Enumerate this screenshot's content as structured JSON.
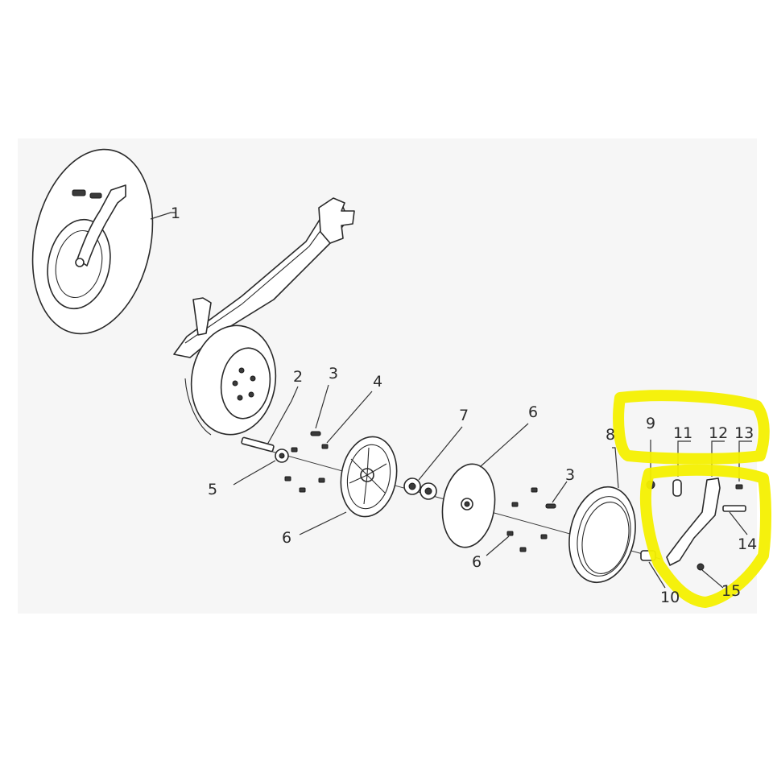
{
  "diagram": {
    "callouts": [
      {
        "id": "c1",
        "text": "1"
      },
      {
        "id": "c2",
        "text": "2"
      },
      {
        "id": "c3a",
        "text": "3"
      },
      {
        "id": "c4",
        "text": "4"
      },
      {
        "id": "c5",
        "text": "5"
      },
      {
        "id": "c6a",
        "text": "6"
      },
      {
        "id": "c7",
        "text": "7"
      },
      {
        "id": "c6b",
        "text": "6"
      },
      {
        "id": "c3b",
        "text": "3"
      },
      {
        "id": "c6c",
        "text": "6"
      },
      {
        "id": "c8",
        "text": "8"
      },
      {
        "id": "c9",
        "text": "9"
      },
      {
        "id": "c11",
        "text": "11"
      },
      {
        "id": "c12",
        "text": "12"
      },
      {
        "id": "c13",
        "text": "13"
      },
      {
        "id": "c14",
        "text": "14"
      },
      {
        "id": "c10",
        "text": "10"
      },
      {
        "id": "c15",
        "text": "15"
      }
    ],
    "highlight_color": "#f4f000",
    "line_color": "#2a2a2a"
  }
}
